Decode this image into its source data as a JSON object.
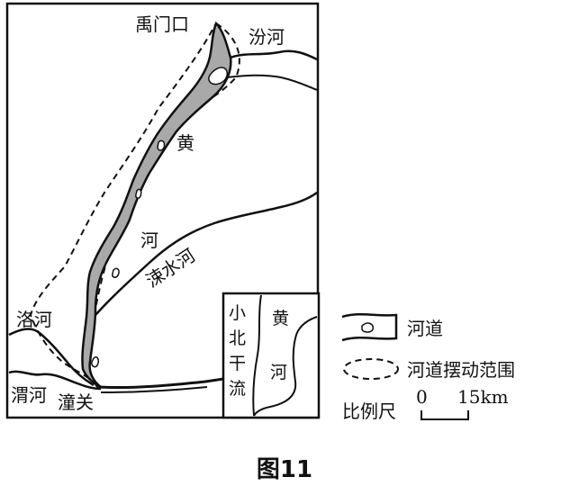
{
  "map": {
    "labels": {
      "yumenkou": "禹门口",
      "fenhe": "汾河",
      "huang": "黄",
      "he": "河",
      "sushuihe": "涑水河",
      "luohe": "洛河",
      "weihe": "渭河",
      "tongguan": "潼关"
    },
    "inset": {
      "title_chars": [
        "小",
        "北",
        "干",
        "流"
      ],
      "huang": "黄",
      "he": "河"
    }
  },
  "legend": {
    "river_channel": "河道",
    "swing_range": "河道摆动范围",
    "scale_label": "比例尺",
    "scale_start": "0",
    "scale_end": "15km"
  },
  "caption": "图11",
  "colors": {
    "channel_fill": "#a9a9a9",
    "line": "#111111"
  }
}
